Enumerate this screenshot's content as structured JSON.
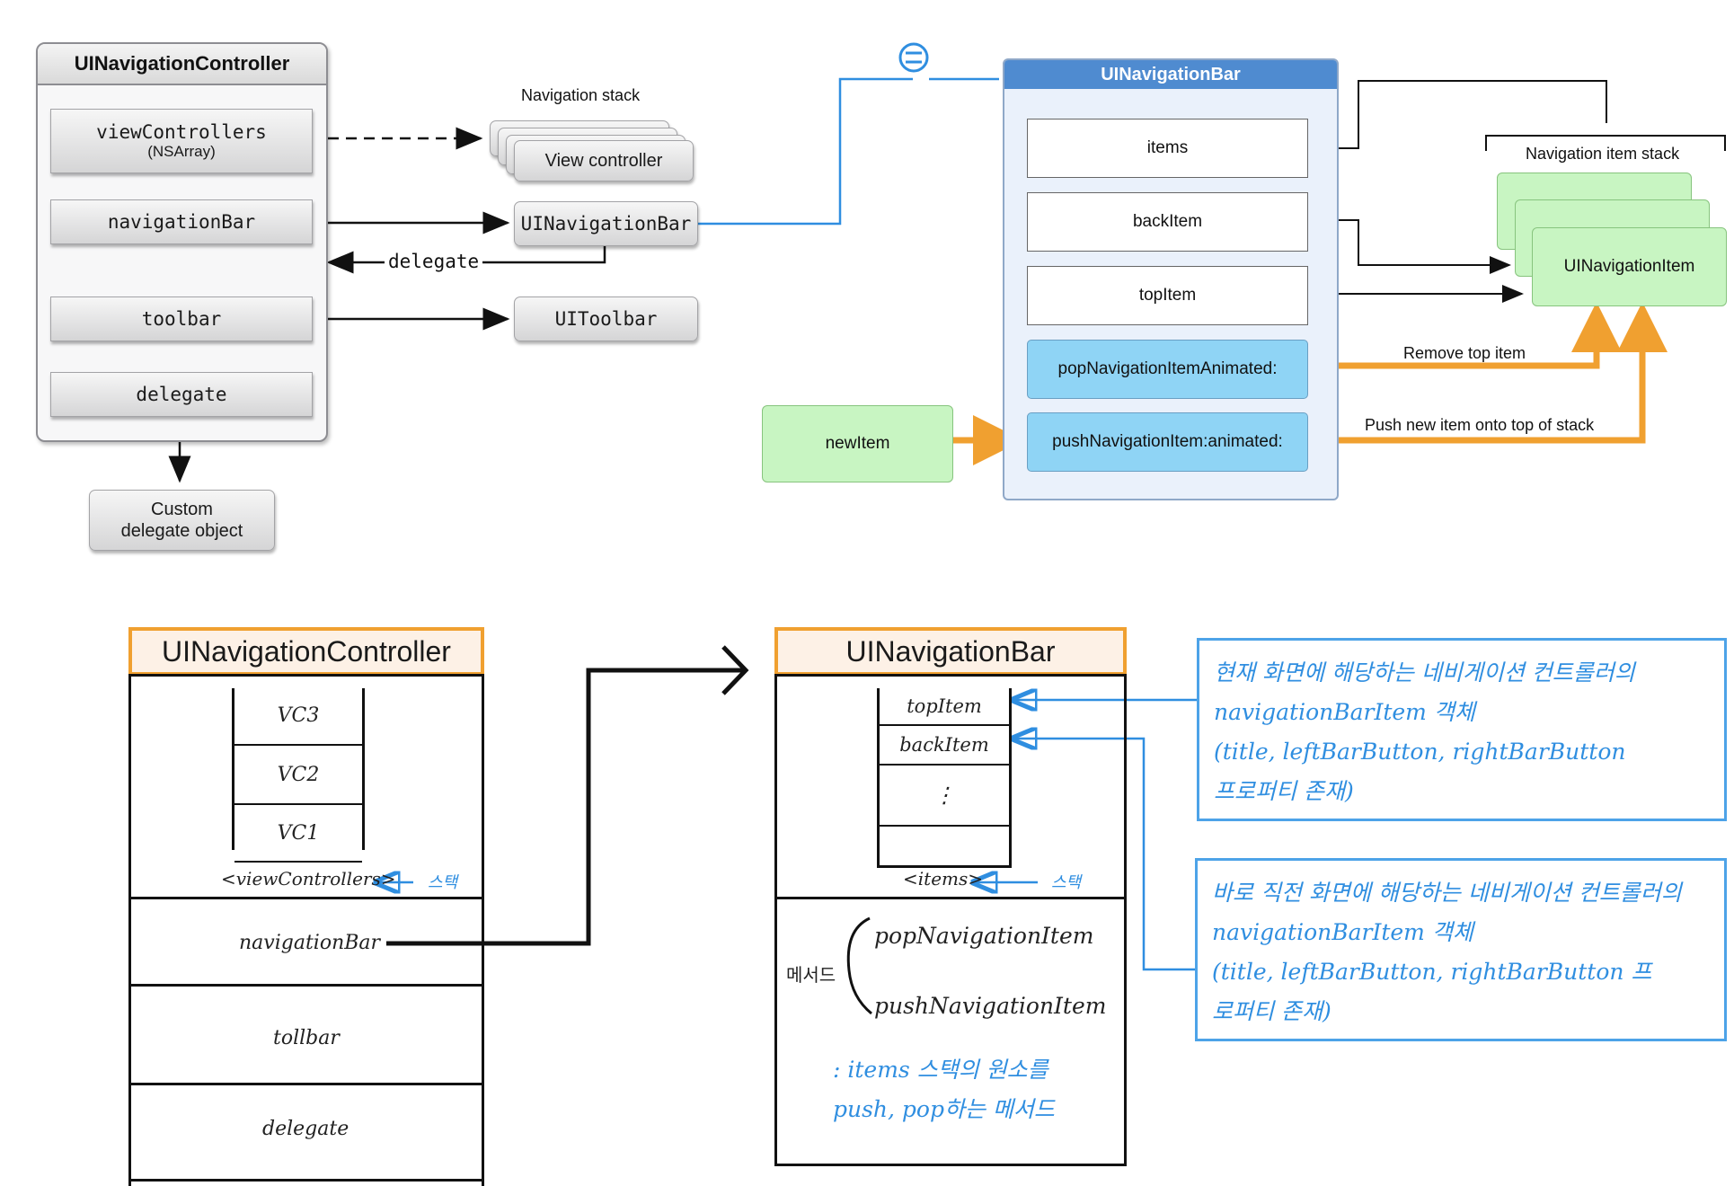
{
  "top_left": {
    "controller_title": "UINavigationController",
    "props": {
      "view_controllers": "viewControllers",
      "view_controllers_sub": "(NSArray)",
      "navigation_bar": "navigationBar",
      "toolbar": "toolbar",
      "delegate": "delegate"
    },
    "nav_stack_label": "Navigation stack",
    "view_controller": "View controller",
    "ui_navigation_bar": "UINavigationBar",
    "delegate_label": "delegate",
    "ui_toolbar": "UIToolbar",
    "custom_delegate": "Custom delegate object"
  },
  "top_right": {
    "bar_title": "UINavigationBar",
    "items": "items",
    "back_item": "backItem",
    "top_item": "topItem",
    "pop_method": "popNavigationItemAnimated:",
    "push_method": "pushNavigationItem:animated:",
    "new_item": "newItem",
    "item_stack_label": "Navigation item stack",
    "nav_item": "UINavigationItem",
    "remove_label": "Remove top item",
    "push_label": "Push new item onto top of stack"
  },
  "bottom_left": {
    "title": "UINavigationController",
    "stack": [
      "VC3",
      "VC2",
      "VC1"
    ],
    "stack_caption": "<viewControllers>",
    "stack_note": "스택",
    "navigation_bar": "navigationBar",
    "toolbar": "tollbar",
    "delegate": "delegate"
  },
  "bottom_right": {
    "title": "UINavigationBar",
    "stack": [
      "topItem",
      "backItem",
      "⋮",
      ""
    ],
    "stack_caption": "<items>",
    "stack_note": "스택",
    "methods_label": "메서드",
    "method_pop": "popNavigationItem",
    "method_push": "pushNavigationItem",
    "methods_note_1": ": items 스택의 원소를",
    "methods_note_2": "push, pop하는 메서드"
  },
  "notes": {
    "top_item_note": [
      "현재 화면에 해당하는 네비게이션 컨트롤러의",
      "navigationBarItem 객체",
      "(title, leftBarButton, rightBarButton",
      "프로퍼티 존재)"
    ],
    "back_item_note": [
      "바로 직전 화면에 해당하는 네비게이션 컨트롤러의",
      "navigationBarItem 객체",
      "(title, leftBarButton, rightBarButton 프",
      "로퍼티 존재)"
    ]
  },
  "colors": {
    "orange_accent": "#f0a030",
    "blue_accent": "#2f8ee0",
    "green_box": "#c8f5c2",
    "blue_box": "#8fd4f5",
    "bar_header": "#4f8bd0"
  }
}
